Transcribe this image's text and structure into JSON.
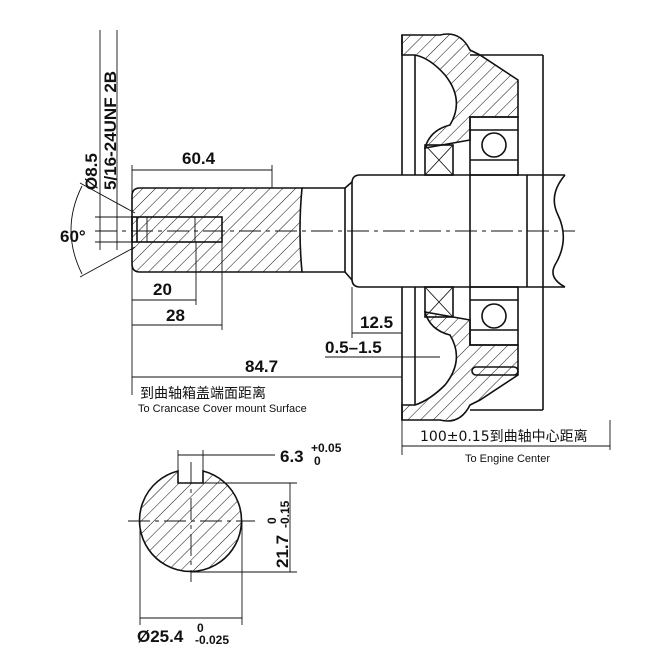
{
  "title": "PTO shaft dimension drawing",
  "labels": {
    "thread": "5/16-24UNF 2B",
    "hole_dia": "Ø8.5",
    "angle": "60°",
    "len_60_4": "60.4",
    "len_20": "20",
    "len_28": "28",
    "len_12_5": "12.5",
    "gap": "0.5–1.5",
    "len_84_7": "84.7",
    "cover_cn": "到曲轴箱盖端面距离",
    "cover_en": "To Crancase Cover mount Surface",
    "center_cn": "100±0.15到曲轴中心距离",
    "center_en": "To Engine Center",
    "key_width": "6.3",
    "key_tol_upper": "+0.05",
    "key_tol_lower": "0",
    "flat": "21.7",
    "flat_tol_upper": "0",
    "flat_tol_lower": "-0.15",
    "shaft_dia": "Ø25.4",
    "shaft_tol_upper": "0",
    "shaft_tol_lower": "-0.025"
  }
}
